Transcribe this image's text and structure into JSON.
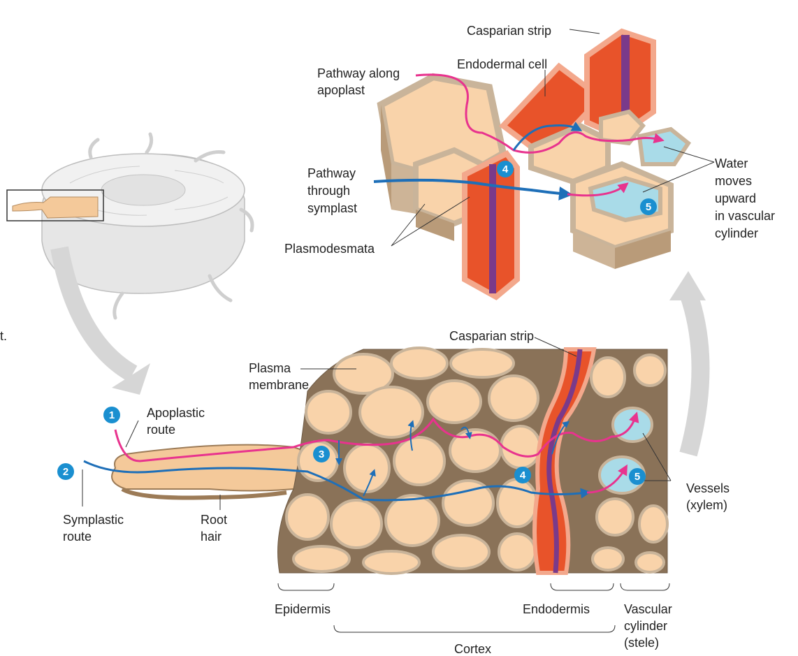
{
  "labels": {
    "casparian_strip_top": "Casparian strip",
    "endodermal_cell": "Endodermal cell",
    "pathway_apoplast_1": "Pathway along",
    "pathway_apoplast_2": "apoplast",
    "pathway_symplast_1": "Pathway",
    "pathway_symplast_2": "through",
    "pathway_symplast_3": "symplast",
    "plasmodesmata": "Plasmodesmata",
    "water_1": "Water",
    "water_2": "moves",
    "water_3": "upward",
    "water_4": "in vascular",
    "water_5": "cylinder",
    "casparian_strip_bottom": "Casparian strip",
    "plasma_membrane_1": "Plasma",
    "plasma_membrane_2": "membrane",
    "apoplastic_route_1": "Apoplastic",
    "apoplastic_route_2": "route",
    "symplastic_route_1": "Symplastic",
    "symplastic_route_2": "route",
    "root_hair_1": "Root",
    "root_hair_2": "hair",
    "vessels_1": "Vessels",
    "vessels_2": "(xylem)",
    "epidermis": "Epidermis",
    "endodermis": "Endodermis",
    "vascular_1": "Vascular",
    "vascular_2": "cylinder",
    "vascular_3": "(stele)",
    "cortex": "Cortex",
    "edge_fragment": "t."
  },
  "steps": {
    "s1": "1",
    "s2": "2",
    "s3": "3",
    "s4_top": "4",
    "s4_bottom": "4",
    "s5_top": "5",
    "s5_bottom": "5"
  },
  "colors": {
    "apoplast_path": "#e8338e",
    "symplast_path": "#1e6fb8",
    "step_badge": "#1a8fd0",
    "cell_fill": "#f9d3aa",
    "cell_wall": "#c9b49a",
    "endodermis_fill": "#e8532a",
    "casparian_strip": "#7a3a8a",
    "xylem_fill": "#a9dbe8",
    "arrow_grey": "#d6d6d6"
  }
}
